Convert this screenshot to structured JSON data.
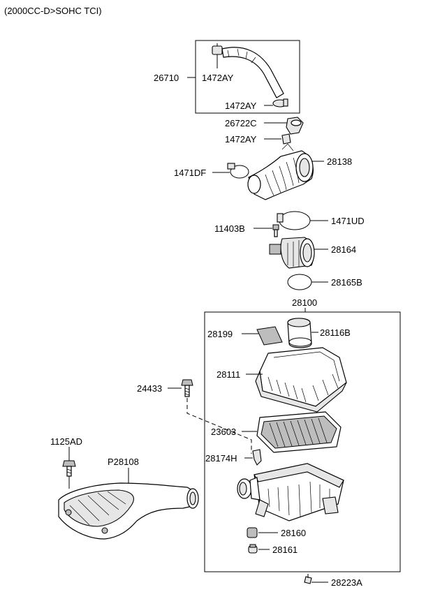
{
  "header": {
    "engine_variant": "(2000CC-D>SOHC TCI)"
  },
  "callouts": {
    "c26710": "26710",
    "c1472AY_a": "1472AY",
    "c1472AY_b": "1472AY",
    "c26722C": "26722C",
    "c1472AY_c": "1472AY",
    "c28138": "28138",
    "c1471DF": "1471DF",
    "c11403B": "11403B",
    "c1471UD": "1471UD",
    "c28164": "28164",
    "c28165B": "28165B",
    "c28100": "28100",
    "c28199": "28199",
    "c28116B": "28116B",
    "c28111": "28111",
    "c24433": "24433",
    "c23603": "23603",
    "c1125AD": "1125AD",
    "cP28108": "P28108",
    "c28174H": "28174H",
    "c28160": "28160",
    "c28161": "28161",
    "c28223A": "28223A"
  }
}
